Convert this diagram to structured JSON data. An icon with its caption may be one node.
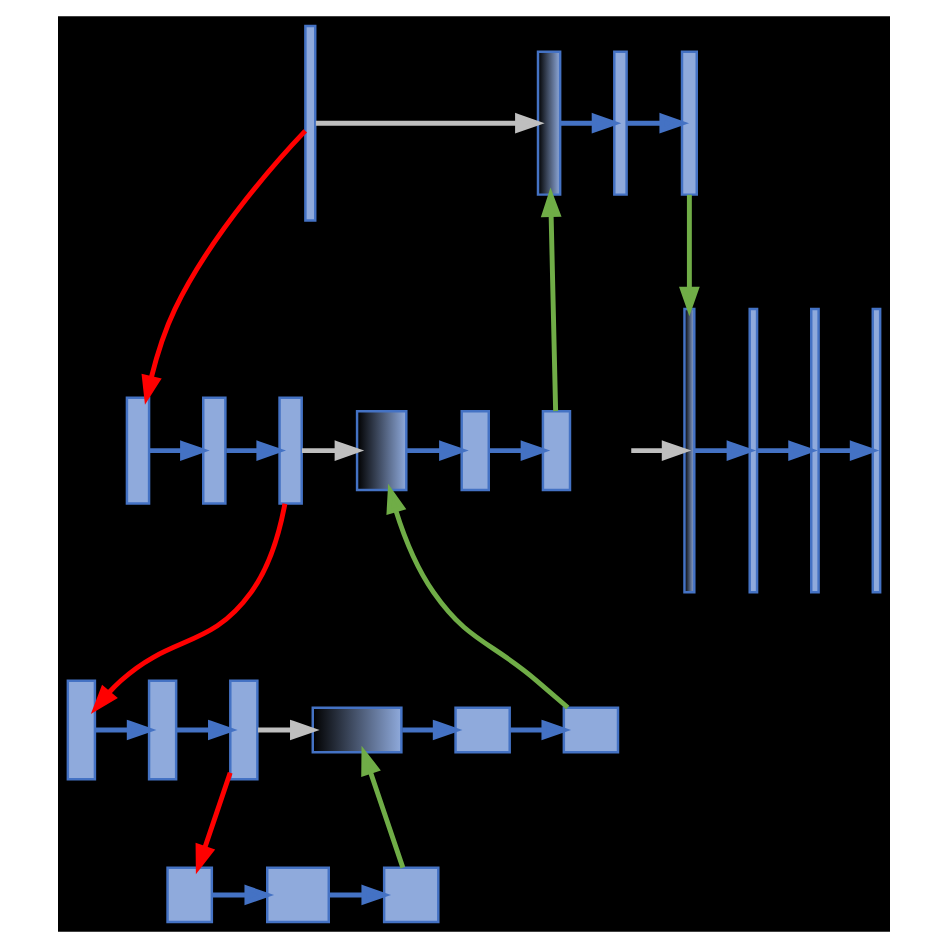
{
  "diagram": {
    "nodes": [
      {
        "text": [],
        "shape": "bar"
      },
      {
        "text": [],
        "shape": "bar"
      },
      {
        "text": [],
        "shape": "bar"
      },
      {
        "text": [],
        "shape": "bar"
      },
      {
        "text": [],
        "shape": "bar"
      },
      {
        "text": [],
        "shape": "bar"
      },
      {
        "text": [],
        "shape": "bar"
      },
      {
        "text": [],
        "shape": "bar"
      },
      {
        "text": [],
        "shape": "bar"
      },
      {
        "text": [],
        "shape": "bar"
      },
      {
        "text": [],
        "shape": "bar"
      },
      {
        "text": [],
        "shape": "bar"
      },
      {
        "text": [],
        "shape": "bar"
      },
      {
        "text": [],
        "shape": "bar"
      },
      {
        "text": [],
        "shape": "bar"
      },
      {
        "text": [],
        "shape": "bar"
      },
      {
        "text": [],
        "shape": "bar"
      },
      {
        "text": [],
        "shape": "bar"
      },
      {
        "text": [],
        "shape": "bar"
      },
      {
        "text": [],
        "shape": "bar"
      },
      {
        "text": [],
        "shape": "bar"
      },
      {
        "text": [],
        "shape": "bar"
      },
      {
        "text": [],
        "shape": "bar"
      }
    ],
    "edges": [
      {
        "from": null,
        "to": 19,
        "arrow": "to",
        "color": "#bfbfbf"
      },
      {
        "from": 0,
        "to": 16,
        "arrow": "to",
        "color": "#bfbfbf"
      },
      {
        "from": 0,
        "to": 1,
        "arrow": "to",
        "color": "#ff0000"
      },
      {
        "from": 1,
        "to": 2,
        "arrow": "to"
      },
      {
        "from": 2,
        "to": 3,
        "arrow": "to"
      },
      {
        "from": 3,
        "to": 4,
        "arrow": "to",
        "color": "#ff0000"
      },
      {
        "from": 4,
        "to": 5,
        "arrow": "to"
      },
      {
        "from": 5,
        "to": 6,
        "arrow": "to"
      },
      {
        "from": 6,
        "to": 7,
        "arrow": "to",
        "color": "#ff0000"
      },
      {
        "from": 7,
        "to": 8,
        "arrow": "to"
      },
      {
        "from": 8,
        "to": 9,
        "arrow": "to"
      },
      {
        "from": 9,
        "to": 10,
        "arrow": "to",
        "color": "#70ad47"
      },
      {
        "from": 6,
        "to": 10,
        "arrow": "to",
        "color": "#bfbfbf"
      },
      {
        "from": 10,
        "to": 11,
        "arrow": "to"
      },
      {
        "from": 11,
        "to": 12,
        "arrow": "to"
      },
      {
        "from": 12,
        "to": 13,
        "arrow": "to",
        "color": "#70ad47"
      },
      {
        "from": 3,
        "to": 13,
        "arrow": "to",
        "color": "#bfbfbf"
      },
      {
        "from": 13,
        "to": 14,
        "arrow": "to"
      },
      {
        "from": 14,
        "to": 15,
        "arrow": "to"
      },
      {
        "from": 15,
        "to": 16,
        "arrow": "to",
        "color": "#70ad47"
      },
      {
        "from": 16,
        "to": 17,
        "arrow": "to"
      },
      {
        "from": 17,
        "to": 18,
        "arrow": "to"
      },
      {
        "from": 18,
        "to": 19,
        "arrow": "to",
        "color": "#70ad47"
      },
      {
        "from": 19,
        "to": 20,
        "arrow": "to"
      },
      {
        "from": 20,
        "to": 21,
        "arrow": "to"
      },
      {
        "from": 21,
        "to": 22,
        "arrow": "to"
      }
    ]
  }
}
